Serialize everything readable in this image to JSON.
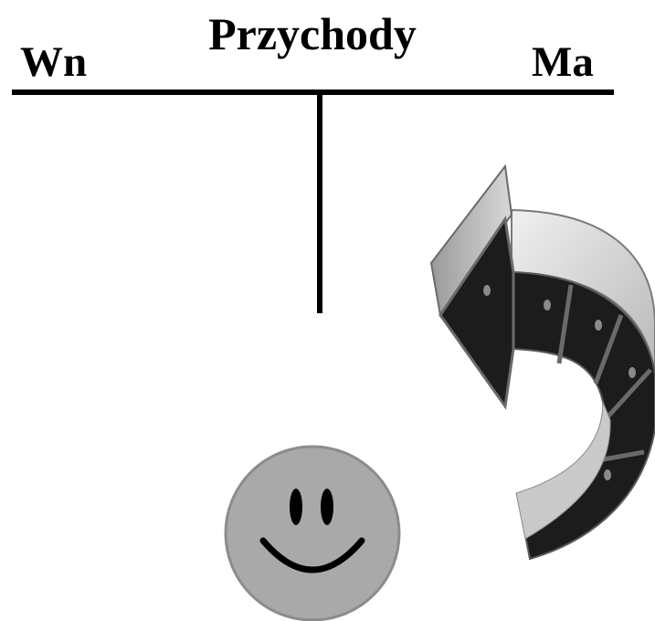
{
  "account": {
    "title": "Przychody",
    "debit_label": "Wn",
    "credit_label": "Ma"
  },
  "icons": {
    "arrow": "curved-arrow-icon",
    "face": "smiley-icon"
  },
  "colors": {
    "ink": "#000000",
    "face_fill": "#a9a9a9",
    "arrow_dark": "#1c1c1c",
    "arrow_light": "#dcdcdc"
  }
}
